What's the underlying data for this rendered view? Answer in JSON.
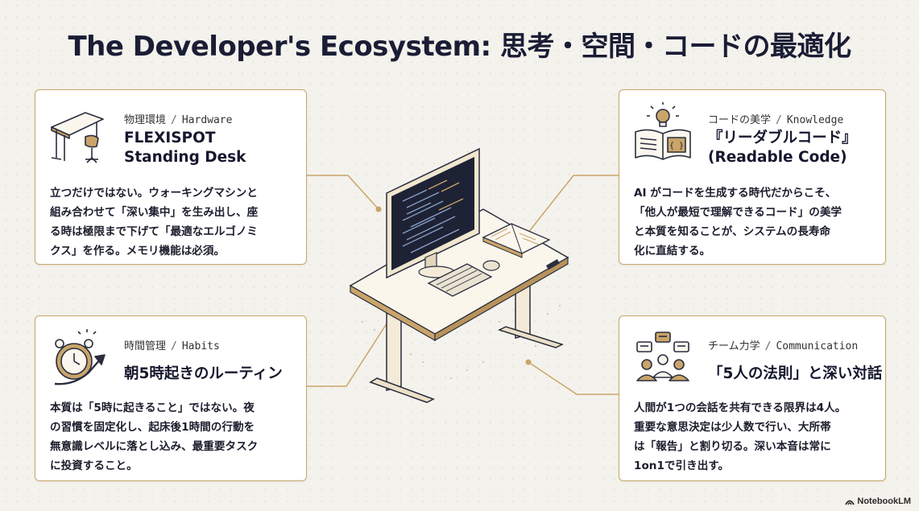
{
  "title": "The Developer's Ecosystem: 思考・空間・コードの最適化",
  "cards": {
    "hardware": {
      "category_jp": "物理環境",
      "category_en": "Hardware",
      "heading_line1": "FLEXISPOT",
      "heading_line2": "Standing Desk",
      "body_lines": [
        "立つだけではない。ウォーキングマシンと",
        "組み合わせて「深い集中」を生み出し、座",
        "る時は極限まで下げて「最適なエルゴノミ",
        "クス」を作る。メモリ機能は必須。"
      ],
      "icon": "standing-desk-icon"
    },
    "knowledge": {
      "category_jp": "コードの美学",
      "category_en": "Knowledge",
      "heading_line1": "『リーダブルコード』",
      "heading_line2": "(Readable Code)",
      "body_lines": [
        "AI がコードを生成する時代だからこそ、",
        "「他人が最短で理解できるコード」の美学",
        "と本質を知ることが、システムの長寿命",
        "化に直結する。"
      ],
      "icon": "open-book-lightbulb-icon"
    },
    "habits": {
      "category_jp": "時間管理",
      "category_en": "Habits",
      "heading_line1": "朝5時起きのルーティン",
      "body_lines": [
        "本質は「5時に起きること」ではない。夜",
        "の習慣を固定化し、起床後1時間の行動を",
        "無意識レベルに落とし込み、最重要タスク",
        "に投資すること。"
      ],
      "icon": "alarm-clock-arrow-icon"
    },
    "communication": {
      "category_jp": "チーム力学",
      "category_en": "Communication",
      "heading_line1": "「5人の法則」と深い対話",
      "body_lines": [
        "人間が1つの会話を共有できる限界は4人。",
        "重要な意思決定は少人数で行い、大所帯",
        "は「報告」と割り切る。深い本音は常に",
        "1on1で引き出す。"
      ],
      "icon": "team-chat-icon"
    }
  },
  "colors": {
    "accent": "#c9a56a",
    "navy": "#1a1d35",
    "background": "#f4f2ec"
  },
  "brand": "NotebookLM"
}
